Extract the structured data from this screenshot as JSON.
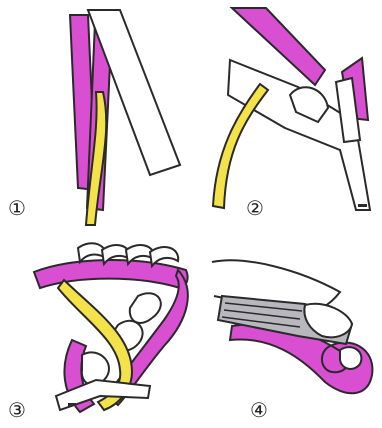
{
  "steps": [
    {
      "label": "①"
    },
    {
      "label": "②"
    },
    {
      "label": "③"
    },
    {
      "label": "④"
    }
  ],
  "colors": {
    "magenta": "#d84fd2",
    "yellow": "#f3e24a",
    "outline": "#2a2a2a",
    "white": "#ffffff",
    "gray": "#b7b7bd"
  }
}
